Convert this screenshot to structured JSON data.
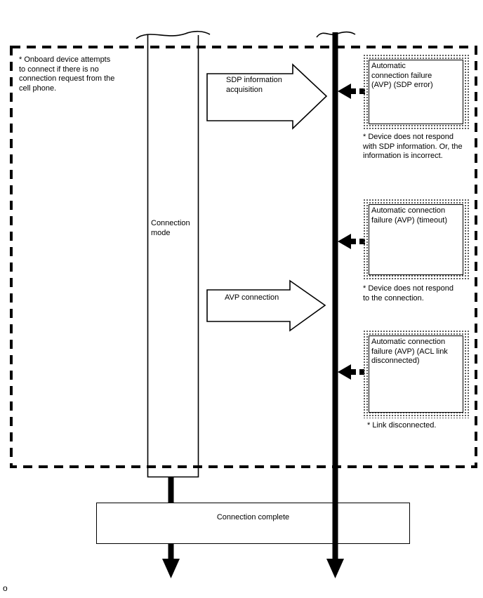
{
  "diagram": {
    "top_note": "* Onboard device attempts\nto connect if there is no\nconnection request from the\ncell phone.",
    "connection_mode_label": "Connection\nmode",
    "arrows": {
      "sdp_label": "SDP information\nacquisition",
      "avp_label": "AVP connection"
    },
    "failure_boxes": [
      {
        "label": "Automatic\nconnection failure\n(AVP) (SDP error)",
        "note": "* Device does not respond\nwith SDP information. Or, the\ninformation is incorrect."
      },
      {
        "label": "Automatic connection\nfailure (AVP) (timeout)",
        "note": "* Device does not respond\nto the connection."
      },
      {
        "label": "Automatic connection\nfailure (AVP) (ACL link\ndisconnected)",
        "note": "* Link disconnected."
      }
    ],
    "connection_complete_label": "Connection complete",
    "footer_char": "o",
    "colors": {
      "ink": "#000000",
      "paper": "#ffffff",
      "stipple_dot": "#4a4a4a"
    }
  }
}
